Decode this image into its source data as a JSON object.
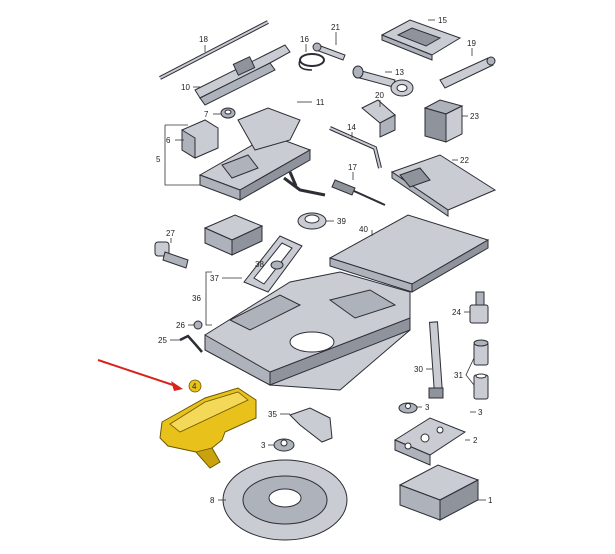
{
  "diagram": {
    "highlight_color": "#e8c21a",
    "arrow_color": "#d8231b",
    "highlighted_part": "4",
    "callouts": [
      "1",
      "2",
      "3",
      "3",
      "3",
      "4",
      "5",
      "6",
      "7",
      "8",
      "10",
      "11",
      "13",
      "14",
      "15",
      "16",
      "17",
      "18",
      "19",
      "20",
      "21",
      "22",
      "23",
      "24",
      "25",
      "26",
      "27",
      "30",
      "31",
      "35",
      "36",
      "37",
      "38",
      "39",
      "40"
    ]
  }
}
